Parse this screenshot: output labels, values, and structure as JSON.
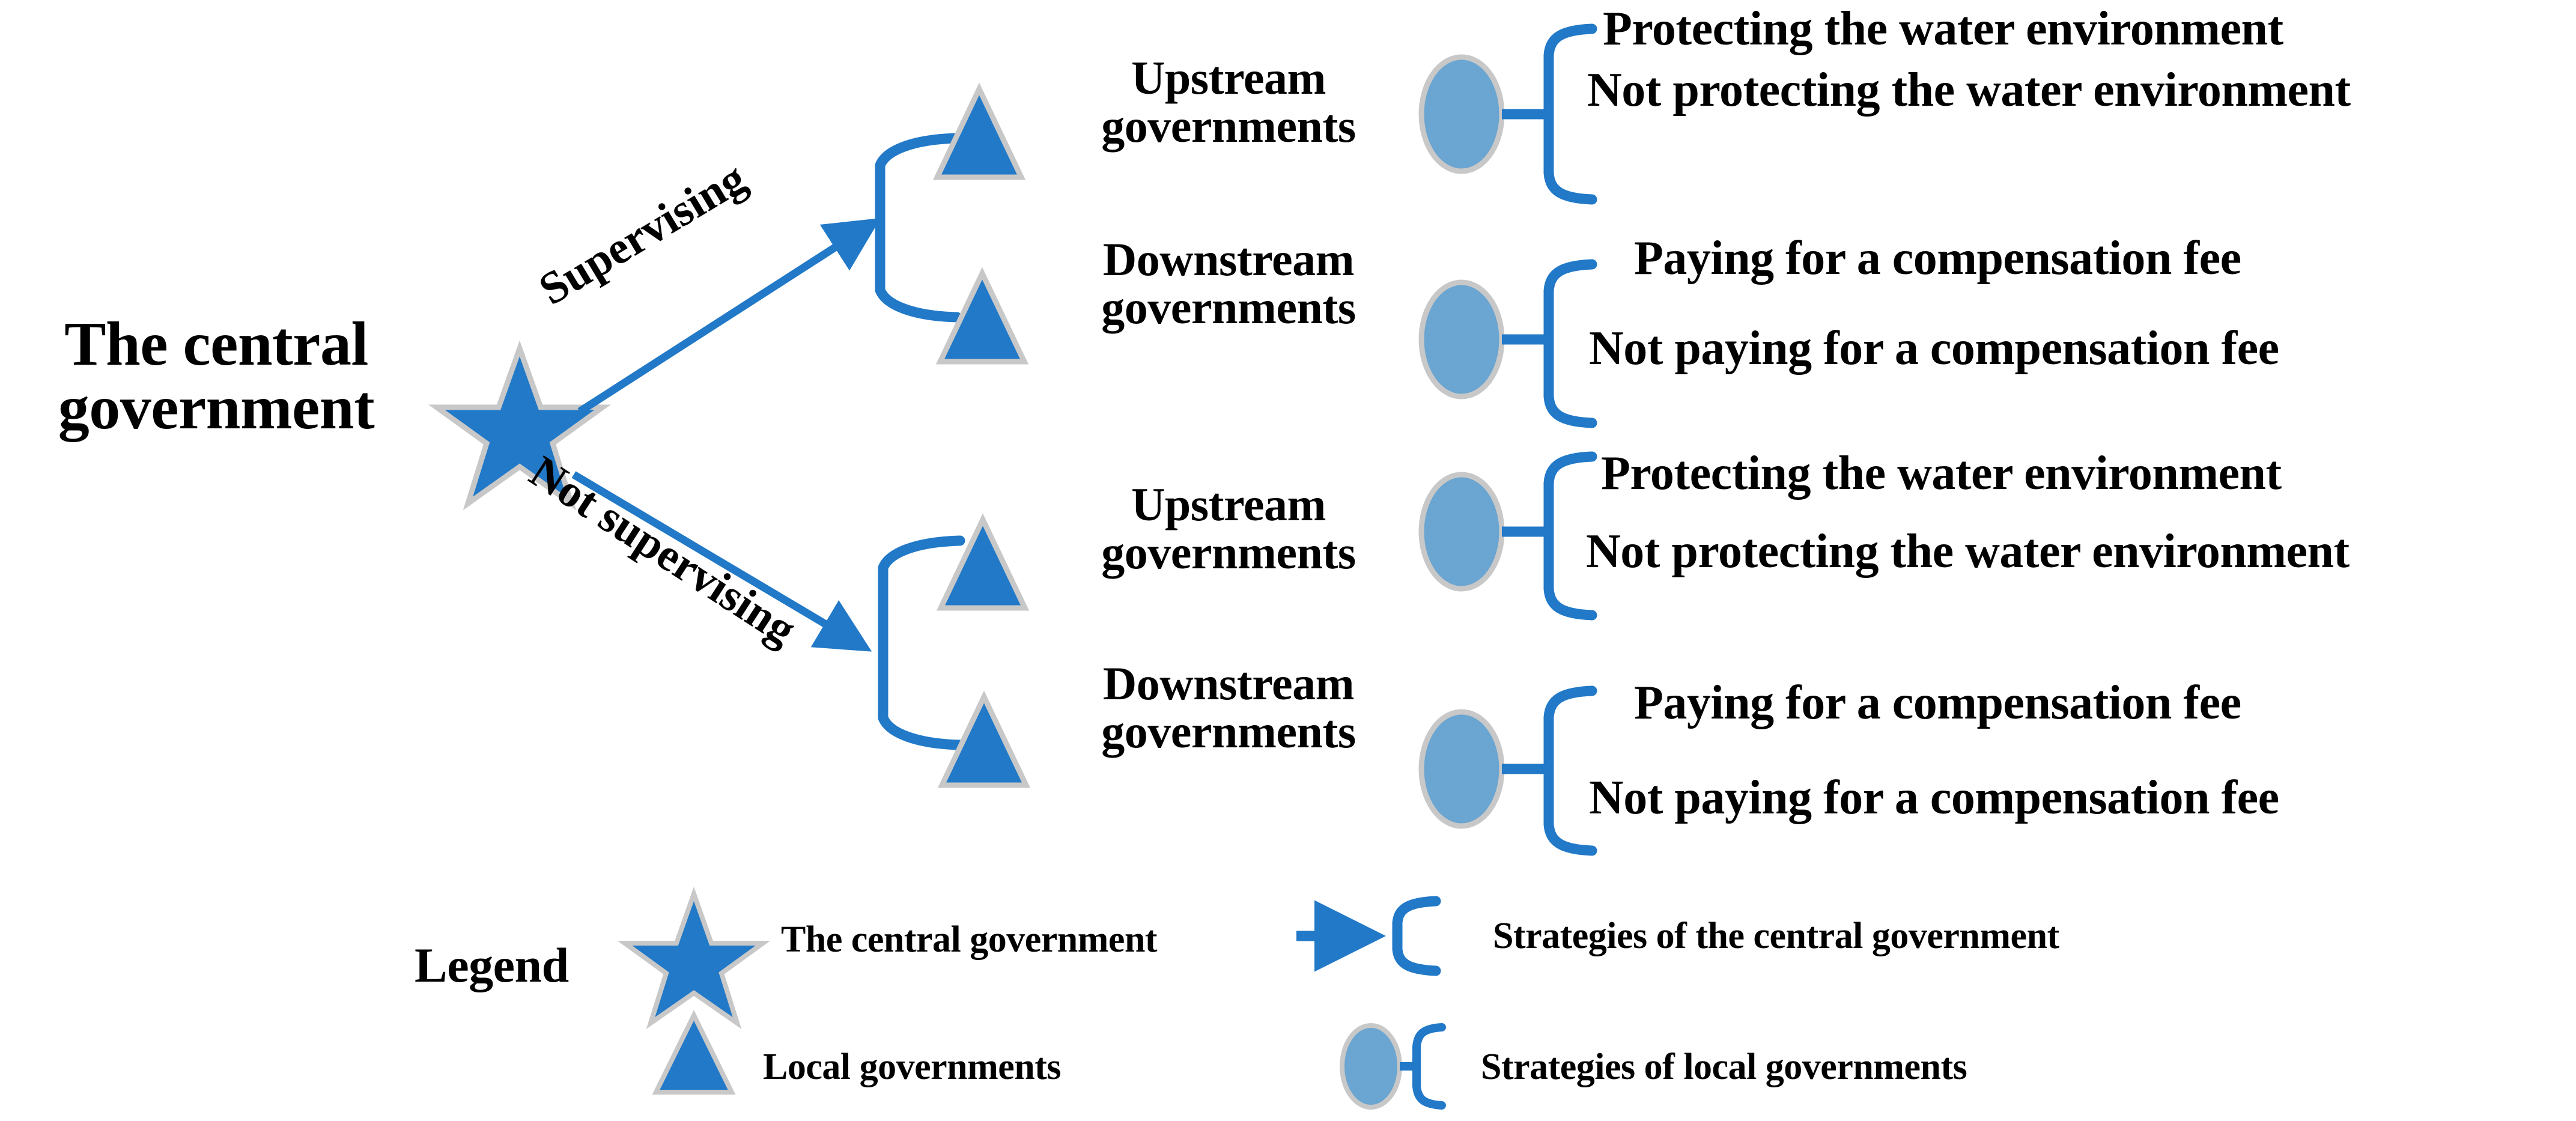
{
  "diagram": {
    "type": "game-tree",
    "root": {
      "label": "The central\ngovernment",
      "icon": "star-icon"
    },
    "branches": [
      {
        "edge_label": "Supervising"
      },
      {
        "edge_label": "Not supervising"
      }
    ],
    "actors": [
      {
        "label": "Upstream\ngovernments",
        "icon": "triangle-icon"
      },
      {
        "label": "Downstream\ngovernments",
        "icon": "triangle-icon"
      },
      {
        "label": "Upstream\ngovernments",
        "icon": "triangle-icon"
      },
      {
        "label": "Downstream\ngovernments",
        "icon": "triangle-icon"
      }
    ],
    "strategy_groups": [
      {
        "icon": "circle-icon",
        "options": [
          "Protecting the water environment",
          "Not protecting the water environment"
        ]
      },
      {
        "icon": "circle-icon",
        "options": [
          "Paying for a compensation fee",
          "Not paying for a compensation fee"
        ]
      },
      {
        "icon": "circle-icon",
        "options": [
          "Protecting the water environment",
          "Not protecting the water environment"
        ]
      },
      {
        "icon": "circle-icon",
        "options": [
          "Paying for a compensation fee",
          "Not paying for a compensation fee"
        ]
      }
    ]
  },
  "legend": {
    "title": "Legend",
    "entries": [
      {
        "icon": "star-icon",
        "label": "The central government"
      },
      {
        "icon": "triangle-icon",
        "label": "Local governments"
      },
      {
        "icon": "arrow-brace-icon",
        "label": "Strategies of the central government"
      },
      {
        "icon": "circle-brace-icon",
        "label": "Strategies of local governments"
      }
    ]
  },
  "colors": {
    "primary_blue": "#2179C8",
    "light_blue": "#6BA5D1",
    "shape_stroke": "#C8C8C8",
    "text": "#000000",
    "background": "#FFFFFF"
  }
}
